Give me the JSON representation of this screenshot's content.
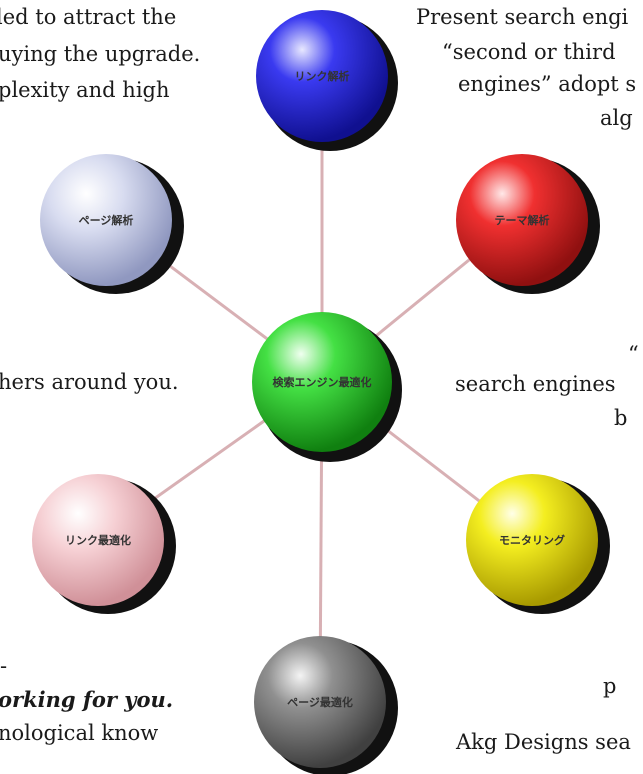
{
  "background_text": {
    "left": [
      "led to attract the",
      "uying the upgrade.",
      "plexity and high",
      "hers around you.",
      "-",
      "orking for you.",
      "nological know"
    ],
    "right": [
      "Present search engi",
      "“second or third",
      "engines” adopt s",
      "alg",
      "“",
      "search engines",
      "b",
      "p",
      "Akg Designs sea"
    ]
  },
  "diagram": {
    "center": {
      "label": "検索エンジン最適化",
      "color": "#22cc22"
    },
    "nodes": [
      {
        "id": "link-analysis",
        "label": "リンク解析",
        "color": "#2a2ae0"
      },
      {
        "id": "theme-analysis",
        "label": "テーマ解析",
        "color": "#e02020"
      },
      {
        "id": "monitoring",
        "label": "モニタリング",
        "color": "#e8e010"
      },
      {
        "id": "page-optimization",
        "label": "ページ最適化",
        "color": "#808080"
      },
      {
        "id": "link-optimization",
        "label": "リンク最適化",
        "color": "#f0c0c4"
      },
      {
        "id": "page-analysis",
        "label": "ページ解析",
        "color": "#c8cce8"
      }
    ]
  }
}
